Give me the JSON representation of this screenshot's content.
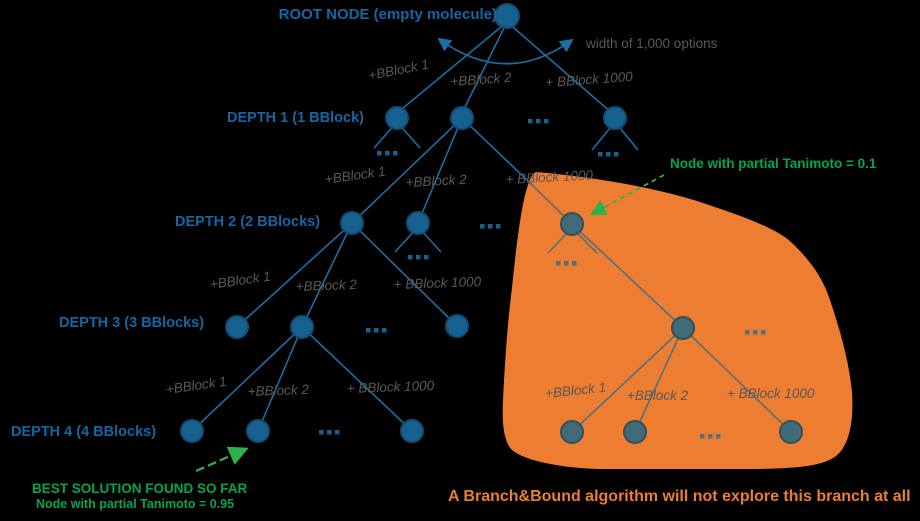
{
  "root_label": "ROOT NODE (empty molecule)",
  "width_annotation": "width of 1,000 options",
  "depth_labels": [
    "DEPTH 1 (1 BBlock)",
    "DEPTH 2 (2 BBlocks)",
    "DEPTH 3 (3 BBlocks)",
    "DEPTH 4 (4 BBlocks)"
  ],
  "edge_labels": {
    "bblock1": "+BBlock 1",
    "bblock2": "+BBlock 2",
    "bblock1000": "+ BBlock 1000"
  },
  "annotations": {
    "partial_tanimoto_low": "Node with partial Tanimoto = 0.1",
    "best_solution_line1": "BEST SOLUTION FOUND SO FAR",
    "best_solution_line2": "Node with partial Tanimoto = 0.95",
    "branch_bound_note": "A Branch&Bound algorithm will not explore this branch at all"
  },
  "colors": {
    "background": "#000000",
    "node_blue_fill": "#16618F",
    "node_blue_stroke": "#114E72",
    "edge_blue": "#1C6EA4",
    "label_blue": "#1566A3",
    "edge_label_gray": "#595959",
    "annotation_green": "#00A651",
    "arrow_green": "#2FB04A",
    "pruned_orange": "#ED7D31",
    "teal_node_fill": "#426B7A",
    "teal_node_stroke": "#31505B",
    "slate_edge": "#54707E"
  }
}
